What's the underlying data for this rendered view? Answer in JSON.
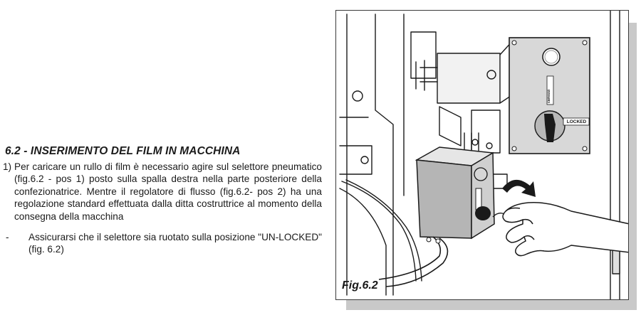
{
  "section": {
    "title": "6.2 - INSERIMENTO DEL FILM IN MACCHINA",
    "paragraphs": [
      {
        "marker": "1)",
        "text": "Per caricare un rullo di film è necessario agire sul selettore pneumatico (fig.6.2 - pos 1) posto sulla spalla destra nella parte posteriore della confezionatrice. Mentre il regolatore di flusso (fig.6.2- pos 2) ha una regolazione standard effettuata dalla ditta costruttrice al momento della consegna della macchina"
      },
      {
        "marker": "-",
        "text": "Assicurarsi che il selettore sia ruotato sulla posizione \"UN-LOCKED\" (fig. 6.2)"
      }
    ]
  },
  "figure": {
    "caption": "Fig.6.2",
    "panel_label": "LOCKED",
    "brand_logo": "camozzi",
    "colors": {
      "panel": "#d8d8d8",
      "box": "#bdbdbd",
      "ink": "#1a1a1a",
      "shadow": "#c9c9c9"
    }
  }
}
